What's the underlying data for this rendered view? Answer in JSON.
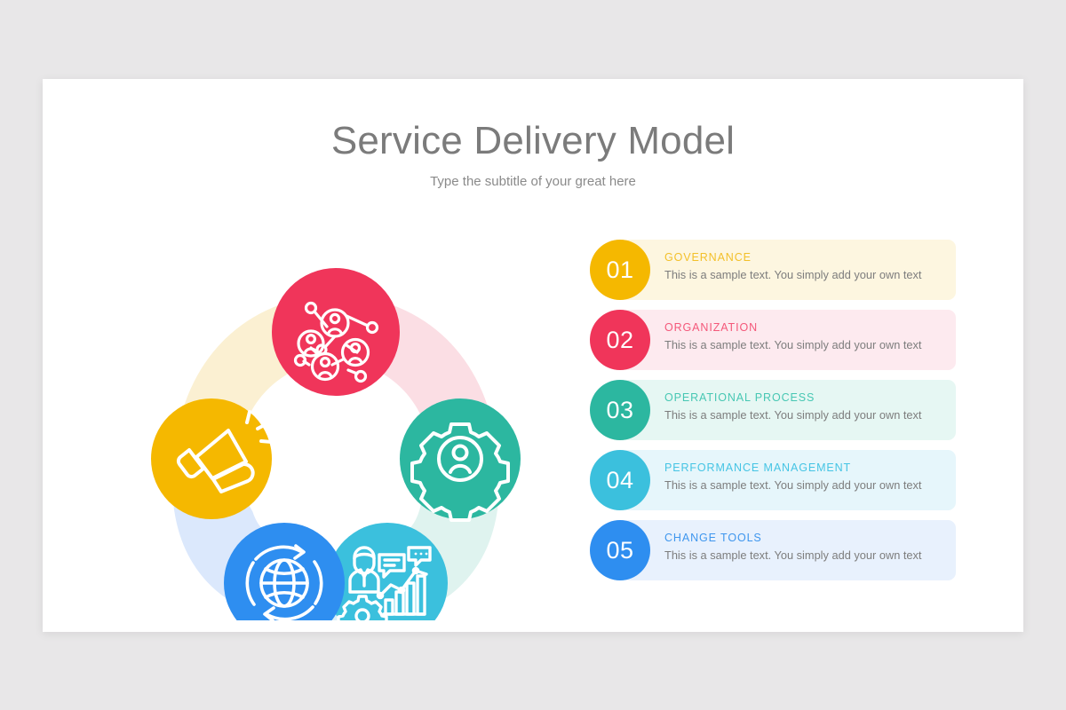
{
  "slide": {
    "title": "Service Delivery Model",
    "subtitle": "Type the subtitle of your great here",
    "background": "#ffffff",
    "page_background": "#e8e7e8"
  },
  "diagram": {
    "type": "five-petal-cycle",
    "center_fill": "#ffffff",
    "nodes": [
      {
        "position": "top",
        "icon": "people-network-icon",
        "fill": "#f0355a",
        "petal_fill": "#fbdee4"
      },
      {
        "position": "right",
        "icon": "gear-person-icon",
        "fill": "#2cb7a0",
        "petal_fill": "#d9f1ec"
      },
      {
        "position": "bottom-right",
        "icon": "performance-chart-icon",
        "fill": "#3bc0dd",
        "petal_fill": "#d6f0f7"
      },
      {
        "position": "bottom-left",
        "icon": "globe-refresh-icon",
        "fill": "#2e8ef0",
        "petal_fill": "#d9e7fb"
      },
      {
        "position": "left",
        "icon": "megaphone-icon",
        "fill": "#f5b800",
        "petal_fill": "#fbf0d2"
      }
    ]
  },
  "list": {
    "items": [
      {
        "number": "01",
        "heading": "GOVERNANCE",
        "body": "This is a sample text. You simply add your own text",
        "circle_color": "#f5b800",
        "heading_color": "#f3c02a",
        "bg_color": "#fdf6e0"
      },
      {
        "number": "02",
        "heading": "ORGANIZATION",
        "body": "This is a sample text. You simply add your own text",
        "circle_color": "#f0355a",
        "heading_color": "#f4587a",
        "bg_color": "#fdeaef"
      },
      {
        "number": "03",
        "heading": "OPERATIONAL PROCESS",
        "body": "This is a sample text. You simply add your own text",
        "circle_color": "#2cb7a0",
        "heading_color": "#47c7b3",
        "bg_color": "#e6f7f3"
      },
      {
        "number": "04",
        "heading": "PERFORMANCE MANAGEMENT",
        "body": "This is a sample text. You simply add your own text",
        "circle_color": "#3bc0dd",
        "heading_color": "#45c4e4",
        "bg_color": "#e6f6fb"
      },
      {
        "number": "05",
        "heading": "CHANGE TOOLS",
        "body": "This is a sample text. You simply add your own text",
        "circle_color": "#2e8ef0",
        "heading_color": "#3e96ee",
        "bg_color": "#e8f1fd"
      }
    ]
  }
}
